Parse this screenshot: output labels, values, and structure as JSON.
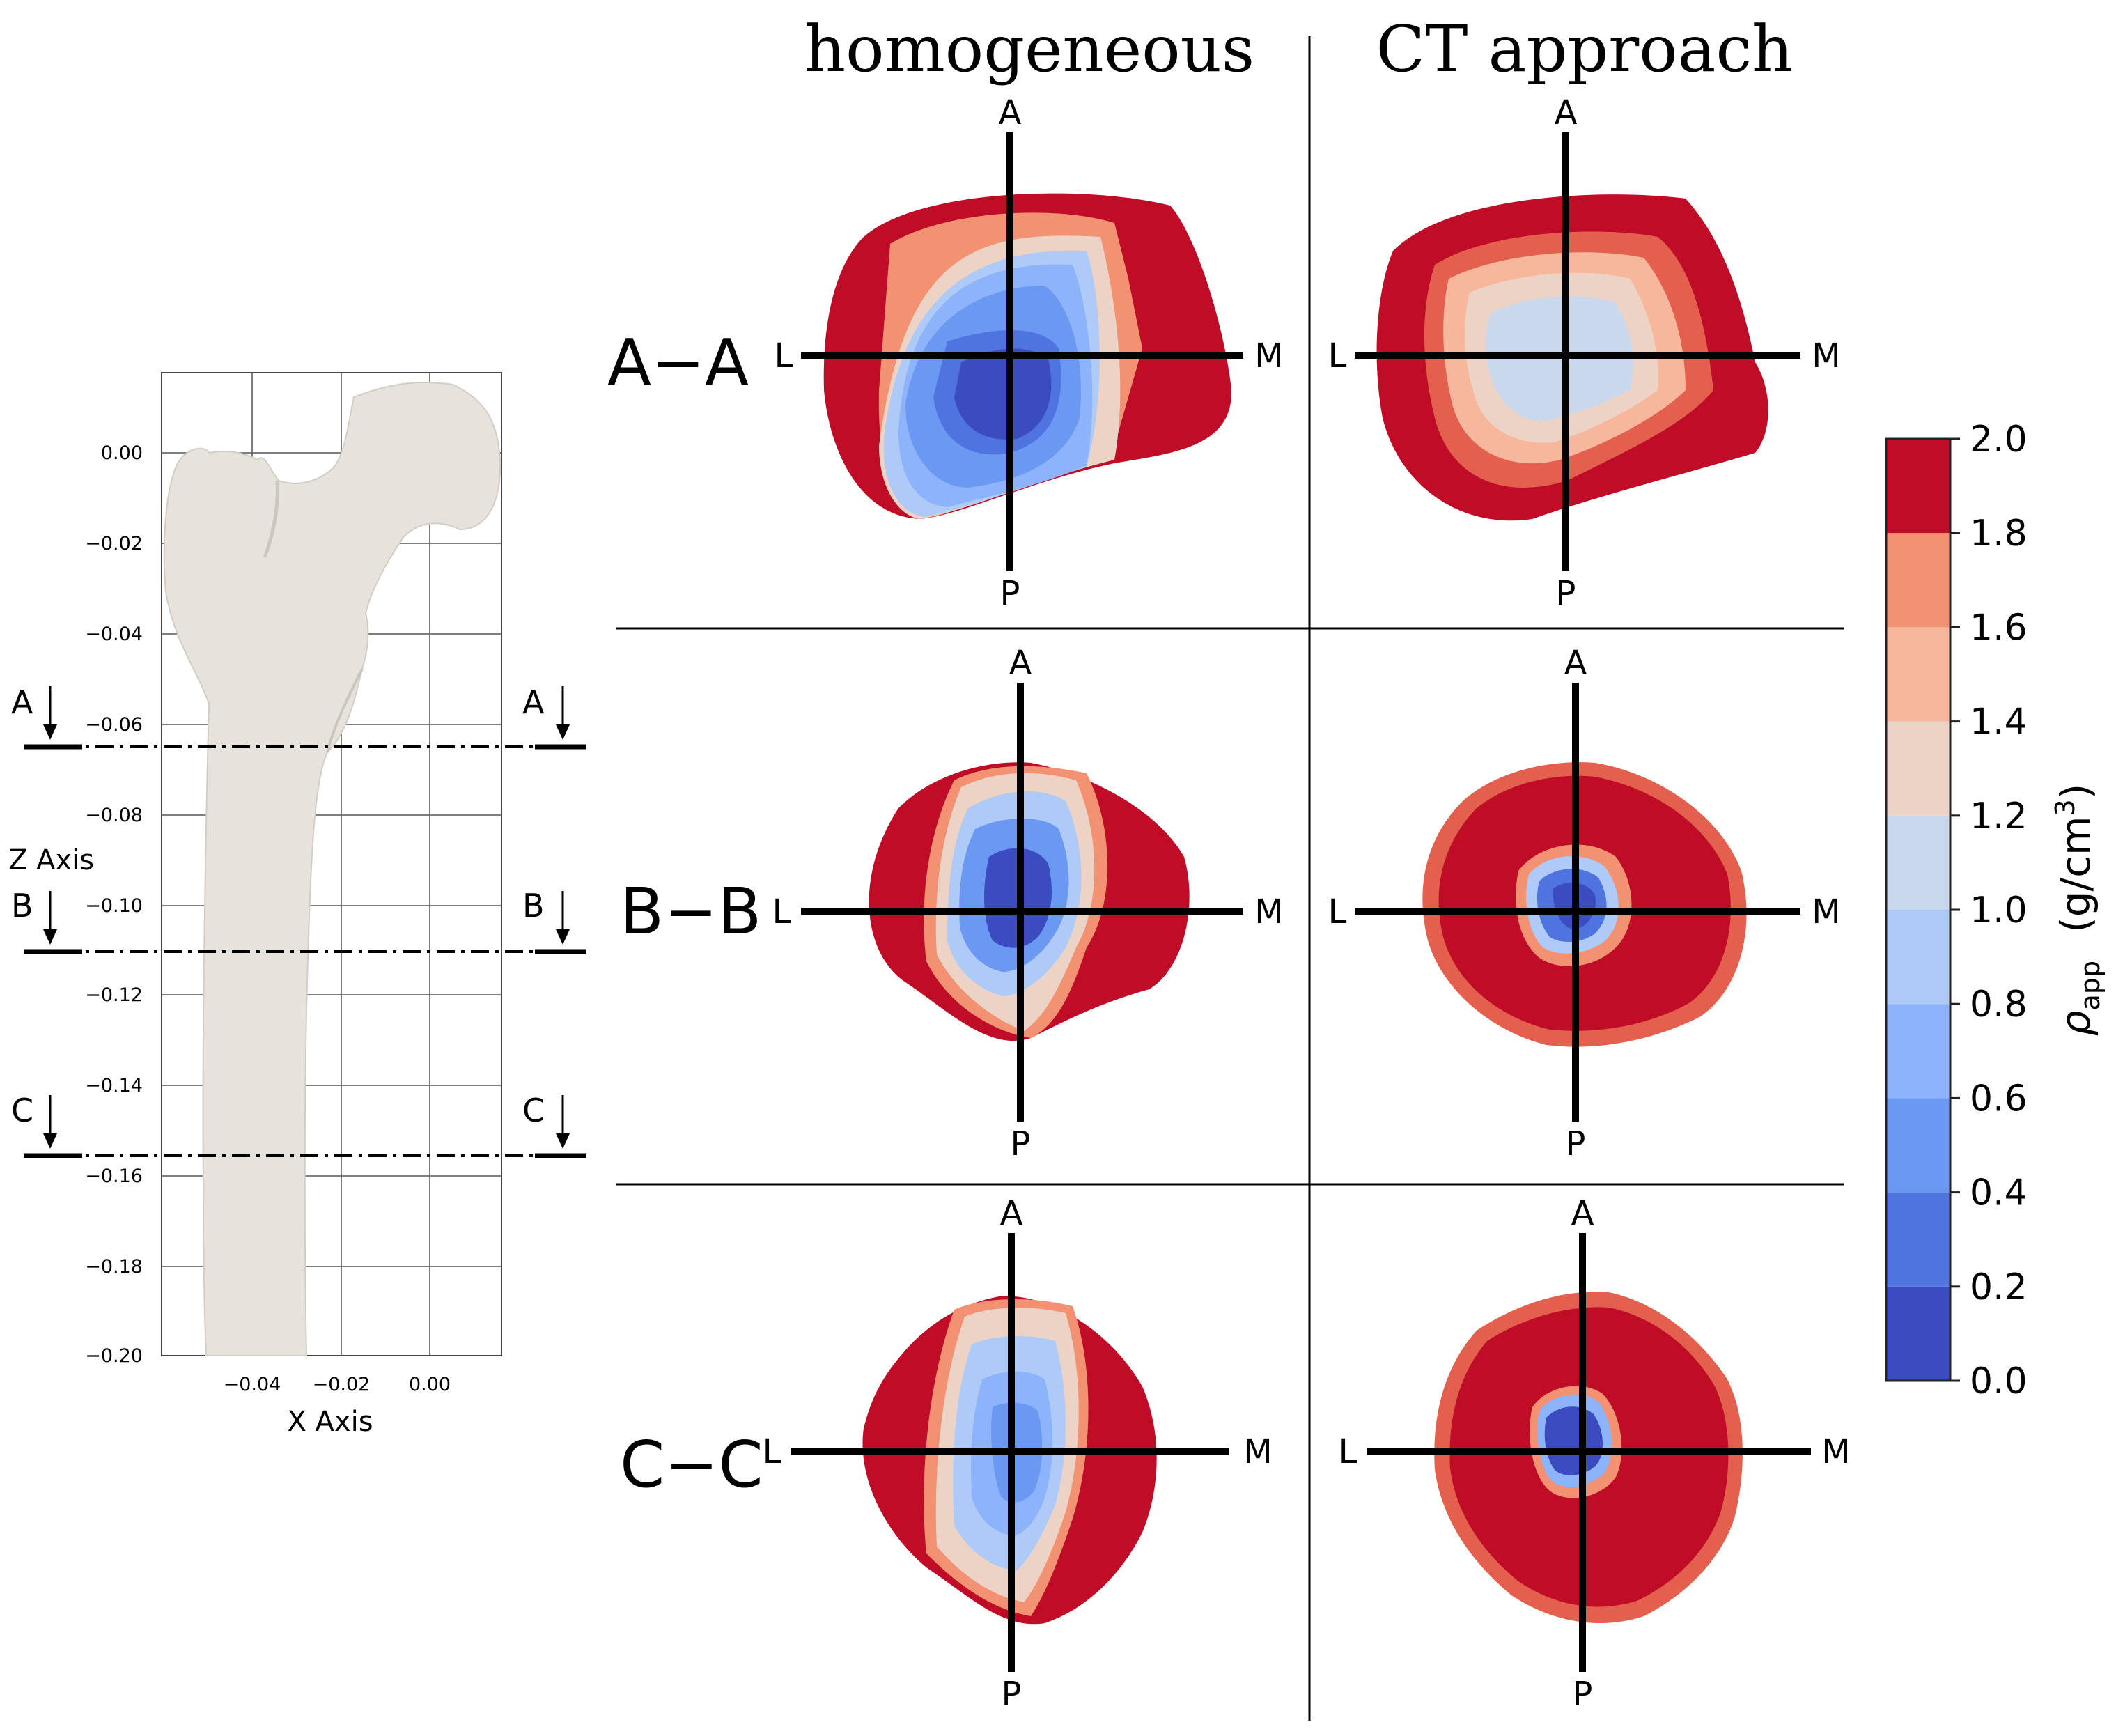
{
  "columns": {
    "homogeneous": "homogeneous",
    "ct": "CT approach"
  },
  "sections": [
    {
      "id": "a",
      "label": "A−A",
      "arrow": "A"
    },
    {
      "id": "b",
      "label": "B−B",
      "arrow": "B"
    },
    {
      "id": "c",
      "label": "C−C",
      "arrow": "C"
    }
  ],
  "directions": {
    "anterior": "A",
    "posterior": "P",
    "lateral": "L",
    "medial": "M"
  },
  "femur_plot": {
    "xlabel": "X Axis",
    "zlabel": "Z Axis",
    "x_ticks": [
      "−0.04",
      "−0.02",
      "0.00"
    ],
    "z_ticks": [
      "0.00",
      "−0.02",
      "−0.04",
      "−0.06",
      "−0.08",
      "−0.10",
      "−0.12",
      "−0.14",
      "−0.16",
      "−0.18",
      "−0.20"
    ],
    "x_range": [
      -0.06,
      0.015
    ],
    "z_range": [
      -0.2,
      0.015
    ],
    "section_planes_z": {
      "a": -0.065,
      "b": -0.11,
      "c": -0.155
    },
    "bone_color": "#e6e3dd"
  },
  "colorbar": {
    "ticks": [
      "2.0",
      "1.8",
      "1.6",
      "1.4",
      "1.2",
      "1.0",
      "0.8",
      "0.6",
      "0.4",
      "0.2",
      "0.0"
    ],
    "range": [
      0.0,
      2.0
    ],
    "levels": [
      0.0,
      0.2,
      0.4,
      0.6,
      0.8,
      1.0,
      1.2,
      1.4,
      1.6,
      1.8,
      2.0
    ],
    "colors": [
      "#3a4cc0",
      "#4f74e0",
      "#6b99f2",
      "#8db4fb",
      "#aecbf7",
      "#c9d8ec",
      "#ecd3c6",
      "#f6b79c",
      "#f39173",
      "#e2604d",
      "#bf0d28"
    ],
    "symbol": "ρ",
    "subscript": "app",
    "unit_open": "(g/cm",
    "unit_sup": "3",
    "unit_close": ")"
  }
}
